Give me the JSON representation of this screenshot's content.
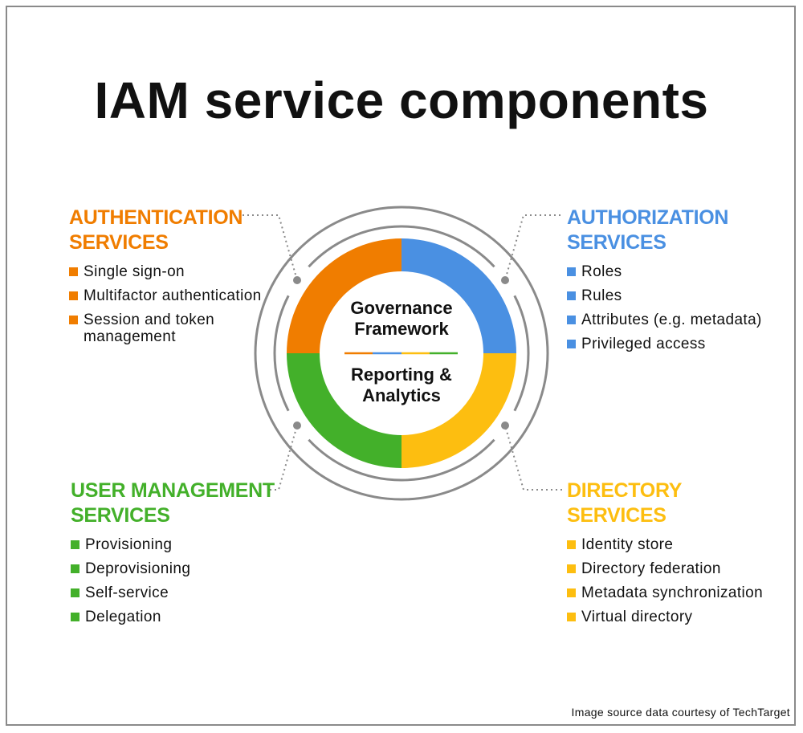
{
  "title": "IAM service components",
  "colors": {
    "orange": "#F07D00",
    "blue": "#4A90E2",
    "green": "#43B02A",
    "yellow": "#FDBE10",
    "gray": "#8a8a8a"
  },
  "center": {
    "top": "Governance Framework",
    "bottom": "Reporting & Analytics"
  },
  "groups": {
    "authentication": {
      "line1": "AUTHENTICATION",
      "line2": "SERVICES",
      "items": [
        "Single sign-on",
        "Multifactor authentication",
        "Session and token management"
      ]
    },
    "authorization": {
      "line1": "AUTHORIZATION",
      "line2": "SERVICES",
      "items": [
        "Roles",
        "Rules",
        "Attributes (e.g. metadata)",
        "Privileged access"
      ]
    },
    "user_management": {
      "line1": "USER MANAGEMENT",
      "line2": "SERVICES",
      "items": [
        "Provisioning",
        "Deprovisioning",
        "Self-service",
        "Delegation"
      ]
    },
    "directory": {
      "line1": "DIRECTORY",
      "line2": "SERVICES",
      "items": [
        "Identity store",
        "Directory federation",
        "Metadata synchronization",
        "Virtual directory"
      ]
    }
  },
  "credit": "Image source data courtesy of TechTarget"
}
